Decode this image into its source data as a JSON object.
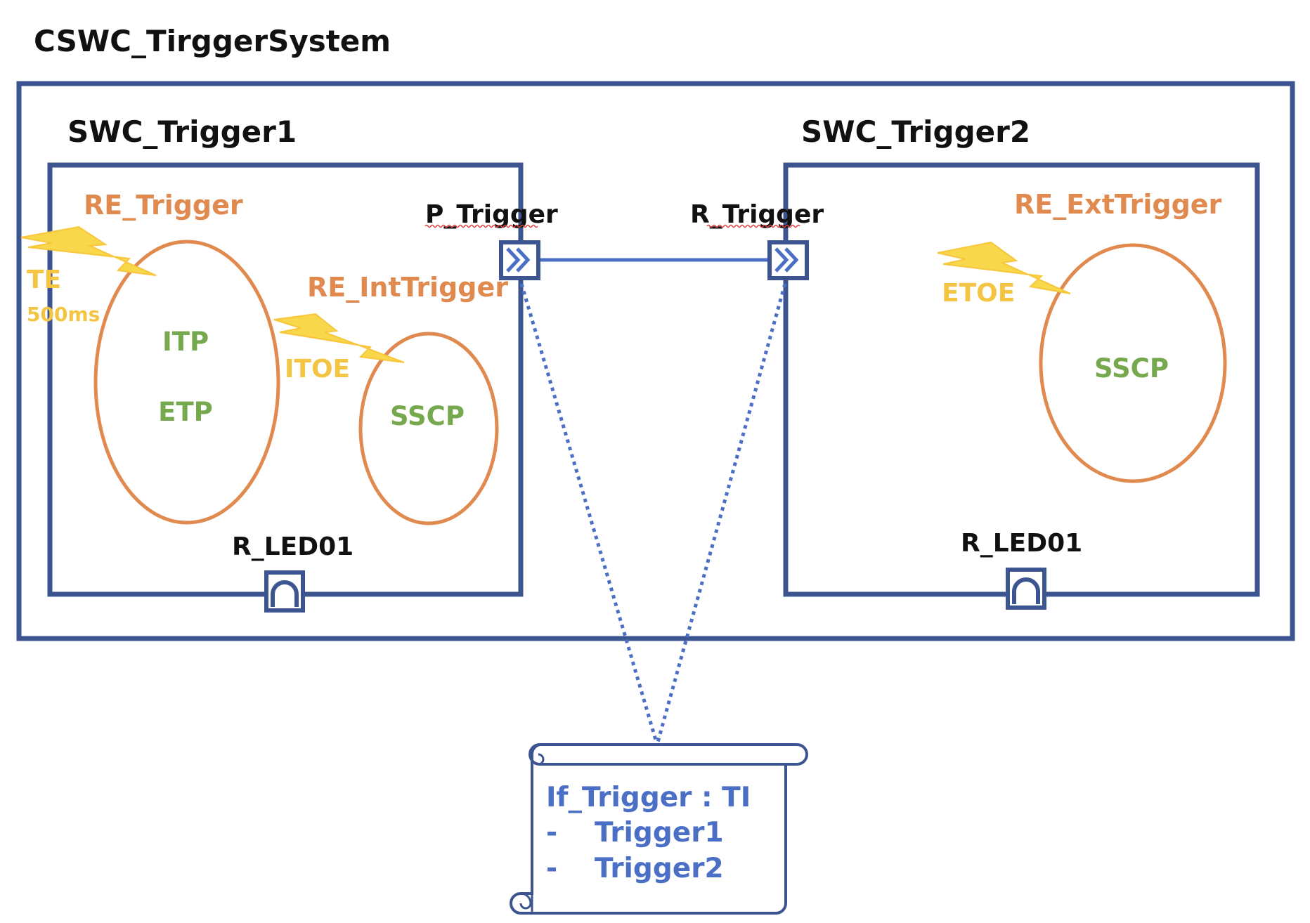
{
  "composition": {
    "title": "CSWC_TirggerSystem"
  },
  "swc1": {
    "title": "SWC_Trigger1",
    "port_out": "P_Trigger",
    "port_led": "R_LED01",
    "runnable_trigger": {
      "label": "RE_Trigger",
      "items": [
        "ITP",
        "ETP"
      ]
    },
    "runnable_int": {
      "label": "RE_IntTrigger",
      "item": "SSCP"
    },
    "timing_event": {
      "label": "TE",
      "period": "500ms"
    },
    "internal_event": "ITOE"
  },
  "swc2": {
    "title": "SWC_Trigger2",
    "port_in": "R_Trigger",
    "port_led": "R_LED01",
    "runnable_ext": {
      "label": "RE_ExtTrigger",
      "item": "SSCP"
    },
    "external_event": "ETOE"
  },
  "interface": {
    "name": "If_Trigger : TI",
    "dash": "-",
    "triggers": [
      "Trigger1",
      "Trigger2"
    ]
  },
  "colors": {
    "box": "#3c5590",
    "runnable": "#e08a4f",
    "lightning": "#f9d74a",
    "process": "#76a84e",
    "interface": "#4a6fc4"
  }
}
